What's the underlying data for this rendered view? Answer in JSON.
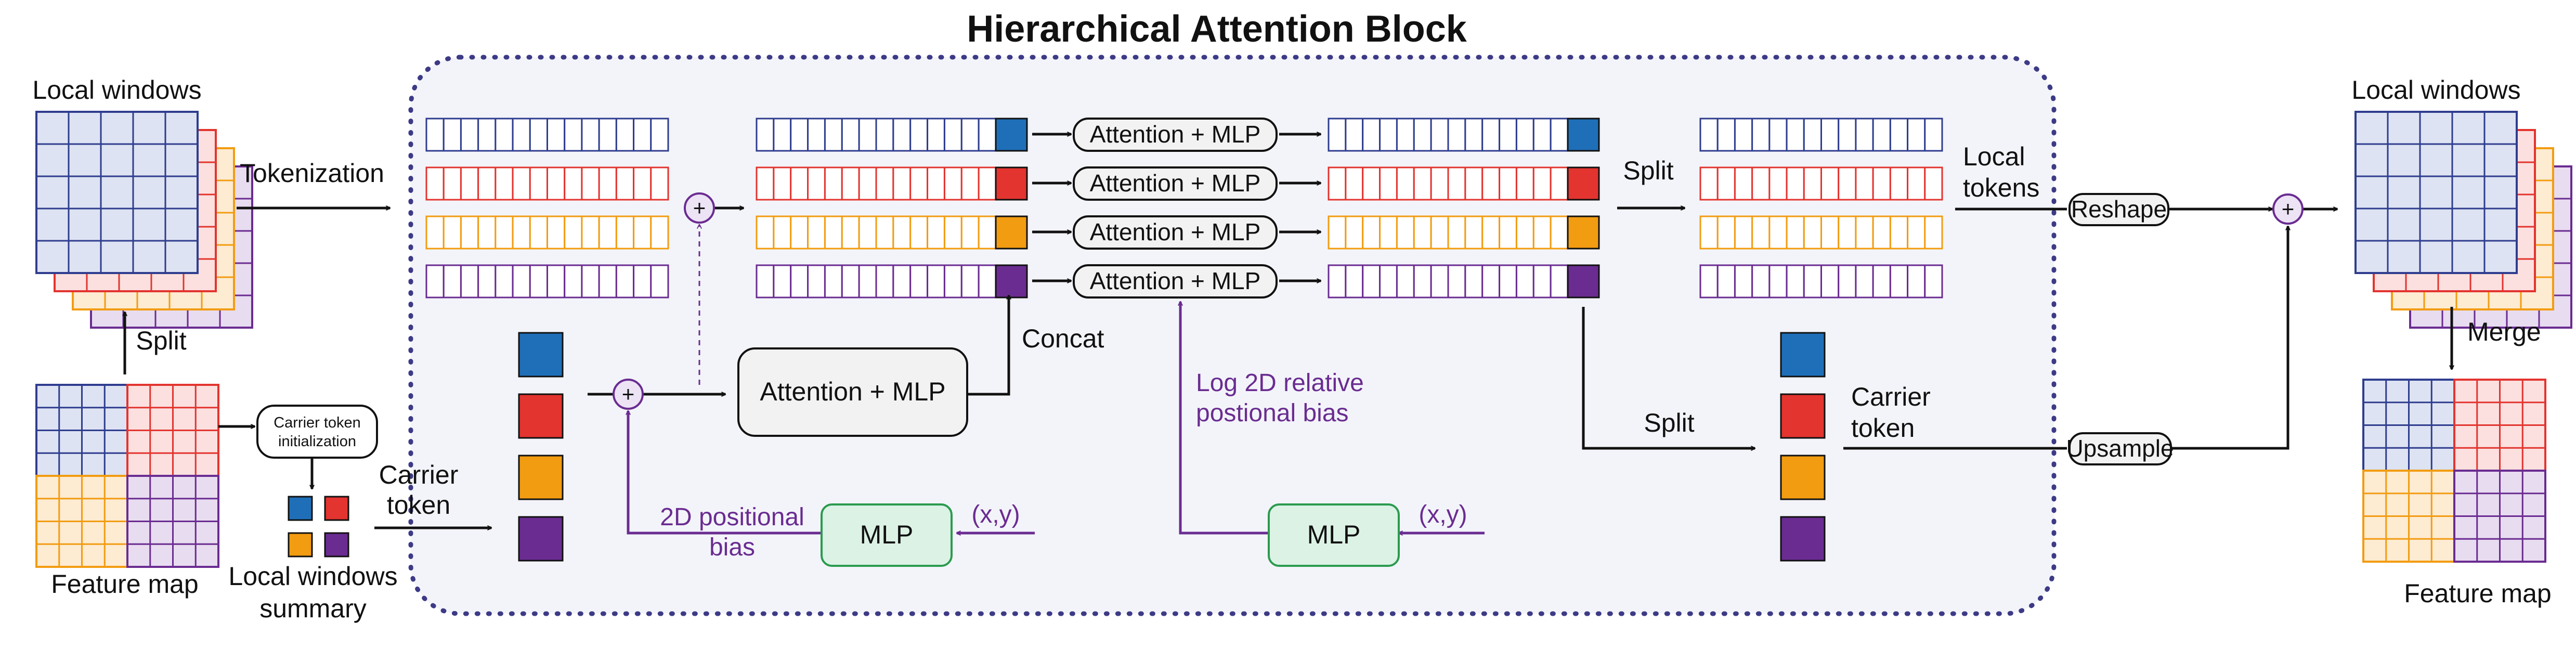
{
  "title": "Hierarchical Attention Block",
  "labels": {
    "local_windows_in": "Local windows",
    "tokenization": "Tokenization",
    "split_left": "Split",
    "feature_map_in": "Feature map",
    "carrier_init": [
      "Carrier token",
      "initialization"
    ],
    "local_windows_summary": [
      "Local windows",
      "summary"
    ],
    "carrier_token_in": [
      "Carrier",
      "token"
    ],
    "concat": "Concat",
    "split_mid": "Split",
    "split_lower": "Split",
    "local_tokens": [
      "Local",
      "tokens"
    ],
    "carrier_token_out": [
      "Carrier",
      "token"
    ],
    "pos_bias_2d": [
      "2D positional",
      "bias"
    ],
    "log_bias": [
      "Log 2D relative",
      "postional bias"
    ],
    "xy_left": "(x,y)",
    "xy_right": "(x,y)",
    "mlp": "MLP",
    "attention_mlp": "Attention + MLP",
    "reshape": "Reshape",
    "upsample": "Upsample",
    "merge": "Merge",
    "local_windows_out": "Local windows",
    "feature_map_out": "Feature map",
    "plus": "+"
  },
  "colors": {
    "blue": "#1f6fb8",
    "red": "#e3342f",
    "orange": "#f29c11",
    "purple": "#6a2c91",
    "navy": "#2f3d8f",
    "dotted_border": "#3d3a86",
    "panel_bg": "#f3f4f9",
    "mlp_fill": "#dcf2e5",
    "mlp_stroke": "#2b9b4f",
    "pill_fill": "#f2f2f2",
    "text": "#111111",
    "purple_text": "#6a2c91"
  },
  "icons": {
    "plus_nodes": "plus-circle-icon",
    "arrows": "arrow-icon"
  }
}
